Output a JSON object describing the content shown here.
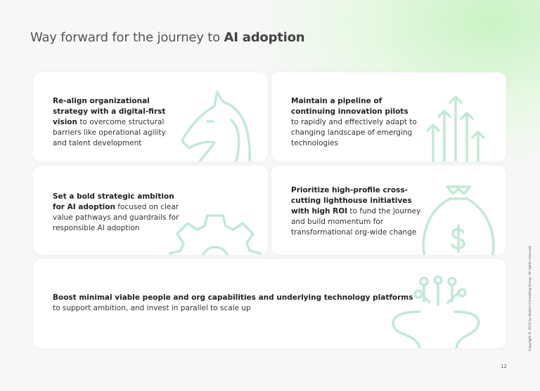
{
  "title": {
    "prefix": "Way forward for the journey to ",
    "bold": "AI adoption"
  },
  "cards": [
    {
      "bold": "Re-align organizational strategy with a digital-first vision",
      "rest": " to overcome structural barriers like operational agility and talent development",
      "icon": "chess-knight-icon"
    },
    {
      "bold": "Maintain a pipeline of continuing innovation pilots",
      "rest": " to rapidly and effectively adapt to changing landscape of emerging technologies",
      "icon": "growth-arrows-icon"
    },
    {
      "bold": "Set a bold strategic ambition for AI adoption",
      "rest": " focused on clear value pathways and guardrails for responsible AI adoption",
      "icon": "gear-icon"
    },
    {
      "bold": "Prioritize high-profile cross-cutting lighthouse initiatives with high ROI",
      "rest": " to fund the journey and build momentum for transformational org-wide change",
      "icon": "money-bag-icon"
    },
    {
      "bold": "Boost minimal viable people and org capabilities and underlying technology platforms",
      "rest": " to support ambition, and invest in parallel to scale up",
      "icon": "brain-circuit-icon"
    }
  ],
  "page_number": "12",
  "copyright": "Copyright © 2024 by Boston Consulting Group. All rights reserved."
}
